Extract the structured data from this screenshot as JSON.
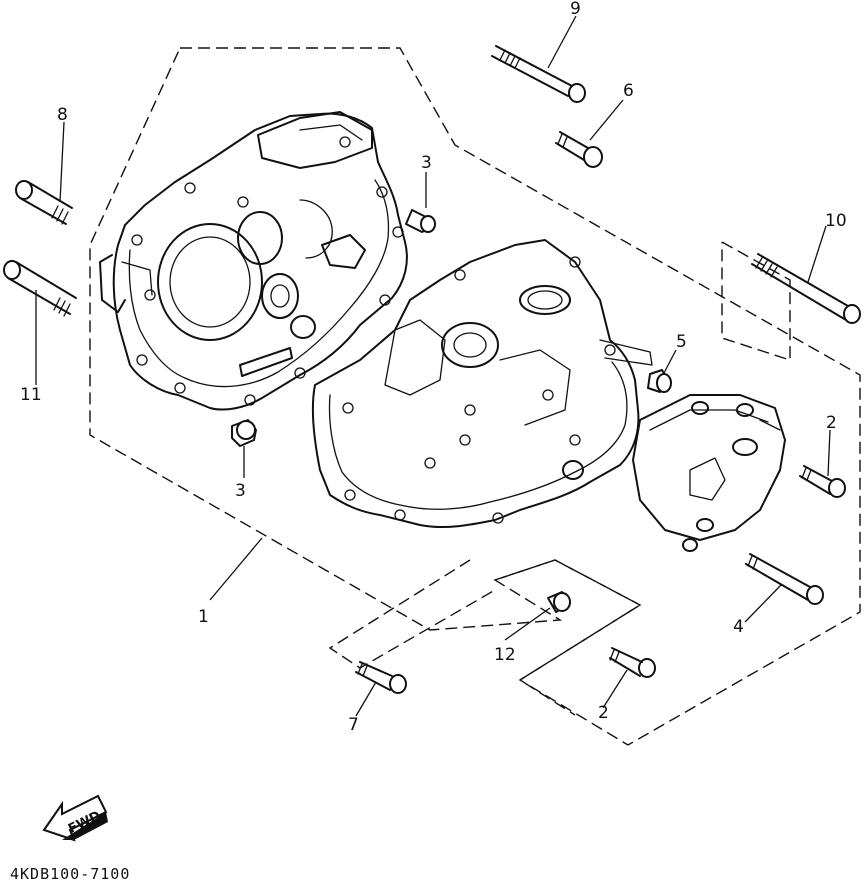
{
  "callouts": {
    "p1": "1",
    "p2a": "2",
    "p2b": "2",
    "p3a": "3",
    "p3b": "3",
    "p4": "4",
    "p5": "5",
    "p6": "6",
    "p7": "7",
    "p8": "8",
    "p9": "9",
    "p10": "10",
    "p11": "11",
    "p12": "12"
  },
  "fwd_label": "FWD",
  "reference_code": "4KDB100-7100"
}
